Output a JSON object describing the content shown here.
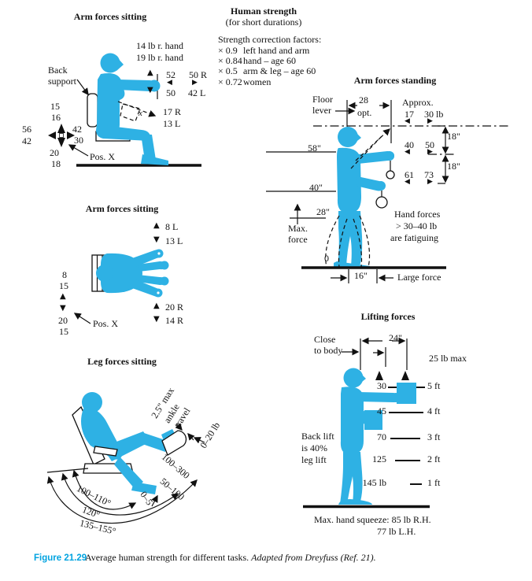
{
  "glyphs": {
    "up": "▲",
    "down": "▼",
    "left": "◀",
    "right": "▶"
  },
  "colors": {
    "figure": "#2EB1E4",
    "accent": "#00A3E0"
  },
  "human_strength": {
    "title": "Human strength",
    "subtitle": "(for short durations)",
    "heading": "Strength correction factors:",
    "factors": [
      {
        "factor": "× 0.9",
        "desc": "left hand and arm"
      },
      {
        "factor": "× 0.84",
        "desc": "hand – age 60"
      },
      {
        "factor": "× 0.5",
        "desc": "arm & leg – age 60"
      },
      {
        "factor": "× 0.72",
        "desc": "women"
      }
    ]
  },
  "arm_sitting_side": {
    "title": "Arm forces sitting",
    "rhand1": "14 lb r. hand",
    "rhand2": "19 lb r. hand",
    "up_val": "52",
    "up_r": "50 R",
    "down_val": "50",
    "down_l": "42 L",
    "back_support_1": "Back",
    "back_support_2": "support",
    "x_label": "x",
    "r17": "17 R",
    "l13": "13 L",
    "cross_top_1": "15",
    "cross_top_2": "16",
    "cross_left_1": "56",
    "cross_left_2": "42",
    "cross_right_1": "42",
    "cross_right_2": "30",
    "cross_bottom_1": "20",
    "cross_bottom_2": "18",
    "pos_x": "Pos. X"
  },
  "arm_standing": {
    "title": "Arm forces standing",
    "floor_1": "Floor",
    "floor_2": "lever",
    "dim28": "28",
    "opt": "opt.",
    "approx": "Approx.",
    "rows": [
      {
        "pull": "17",
        "push": "30 lb"
      },
      {
        "pull": "40",
        "push": "50"
      },
      {
        "pull": "61",
        "push": "73"
      }
    ],
    "dim18a": "18\"",
    "dim18b": "18\"",
    "h58": "58\"",
    "h40": "40\"",
    "h28": "28\"",
    "h0": "0",
    "max_1": "Max.",
    "max_2": "force",
    "note_1": "Hand forces",
    "note_2": "> 30–40 lb",
    "note_3": "are fatiguing",
    "dim16": "16\"",
    "large_force": "Large force"
  },
  "arm_sitting_top": {
    "title": "Arm forces sitting",
    "l8": "8 L",
    "l13": "13 L",
    "r20": "20 R",
    "r14": "14 R",
    "left_1": "8",
    "left_2": "15",
    "left_3": "20",
    "left_4": "15",
    "pos_x": "Pos. X"
  },
  "leg_sitting": {
    "title": "Leg forces sitting",
    "ankle_1": "2.5\" max",
    "ankle_2": "ankle",
    "ankle_3": "travel",
    "pedal_force": "0–20 lb",
    "leg_force_1": "100–300",
    "leg_force_2": "50–100",
    "heel_force": "0–5",
    "arc_1": "100–110°",
    "arc_2": "120°",
    "arc_3": "135–155°"
  },
  "lifting": {
    "title": "Lifting forces",
    "close_1": "Close",
    "close_2": "to body",
    "dim24": "24\"",
    "max": "25 lb max",
    "rows": [
      {
        "force": "30",
        "height": "5 ft"
      },
      {
        "force": "45",
        "height": "4 ft"
      },
      {
        "force": "70",
        "height": "3 ft"
      },
      {
        "force": "125",
        "height": "2 ft"
      },
      {
        "force": "145 lb",
        "height": "1 ft"
      }
    ],
    "back_1": "Back lift",
    "back_2": "is 40%",
    "back_3": "leg lift",
    "squeeze_1": "Max. hand squeeze: 85 lb R.H.",
    "squeeze_2": "77 lb L.H."
  },
  "caption": {
    "label": "Figure 21.29",
    "text": "Average human strength for different tasks.",
    "credit": "Adapted from Dreyfuss (Ref. 21)."
  }
}
